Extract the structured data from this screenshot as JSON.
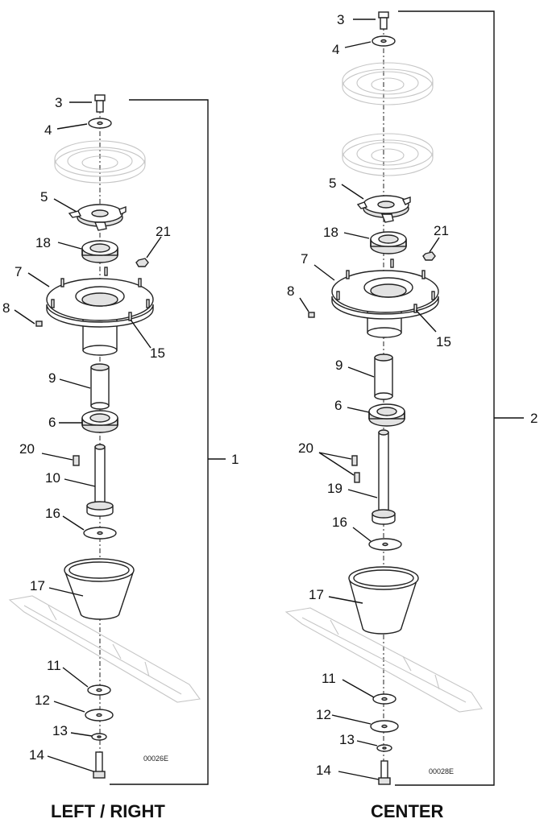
{
  "assemblies": [
    {
      "title": "LEFT / RIGHT",
      "assembly_number": "1",
      "drawing_code": "00026E",
      "parts": [
        "3",
        "4",
        "5",
        "18",
        "21",
        "7",
        "8",
        "15",
        "9",
        "6",
        "20",
        "10",
        "16",
        "17",
        "11",
        "12",
        "13",
        "14"
      ]
    },
    {
      "title": "CENTER",
      "assembly_number": "2",
      "drawing_code": "00028E",
      "parts": [
        "3",
        "4",
        "5",
        "18",
        "21",
        "7",
        "8",
        "15",
        "9",
        "6",
        "20",
        "19",
        "16",
        "17",
        "11",
        "12",
        "13",
        "14"
      ]
    }
  ]
}
